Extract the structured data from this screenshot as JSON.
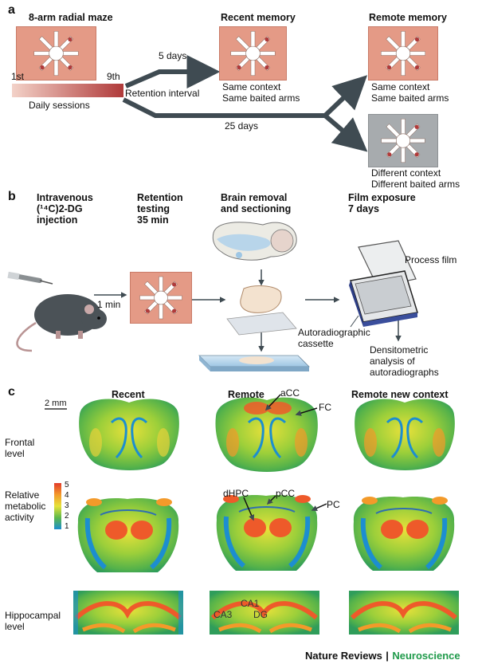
{
  "panel_a": {
    "letter": "a",
    "maze_title": "8-arm radial maze",
    "first_label": "1st",
    "ninth_label": "9th",
    "sessions_label": "Daily sessions",
    "retention_label": "Retention interval",
    "recent": {
      "title": "Recent memory",
      "interval": "5 days",
      "line1": "Same context",
      "line2": "Same baited arms"
    },
    "remote": {
      "title": "Remote memory",
      "interval": "25 days",
      "line1": "Same context",
      "line2": "Same baited arms"
    },
    "different": {
      "line1": "Different context",
      "line2": "Different baited arms"
    }
  },
  "panel_b": {
    "letter": "b",
    "step1": {
      "line1": "Intravenous",
      "line2": "(¹⁴C)2-DG",
      "line3": "injection"
    },
    "step2": {
      "line1": "Retention",
      "line2": "testing",
      "line3": "35 min"
    },
    "step3": {
      "line1": "Brain removal",
      "line2": "and sectioning"
    },
    "step4": {
      "line1": "Film exposure",
      "line2": "7 days"
    },
    "one_min": "1 min",
    "process_film": "Process film",
    "cassette_line1": "Autoradiographic",
    "cassette_line2": "cassette",
    "analysis_line1": "Densitometric",
    "analysis_line2": "analysis of",
    "analysis_line3": "autoradiographs"
  },
  "panel_c": {
    "letter": "c",
    "scale": "2 mm",
    "col_recent": "Recent",
    "col_remote": "Remote",
    "col_remote_new": "Remote new context",
    "row_frontal_1": "Frontal",
    "row_frontal_2": "level",
    "legend_title_1": "Relative",
    "legend_title_2": "metabolic",
    "legend_title_3": "activity",
    "legend_ticks": [
      "5",
      "4",
      "3",
      "2",
      "1"
    ],
    "row_hippo_1": "Hippocampal",
    "row_hippo_2": "level",
    "ann": {
      "acc": "aCC",
      "fc": "FC",
      "dhpc": "dHPC",
      "pcc": "pCC",
      "pc": "PC",
      "ca1": "CA1",
      "ca3": "CA3",
      "dg": "DG"
    }
  },
  "footer": {
    "left": "Nature Reviews",
    "sep": "|",
    "right": "Neuroscience"
  },
  "colors": {
    "maze_pink": "#e49a86",
    "bar_dark": "#b03a3a",
    "arrow": "#3f4b52",
    "journal_green": "#1f9a4a"
  }
}
